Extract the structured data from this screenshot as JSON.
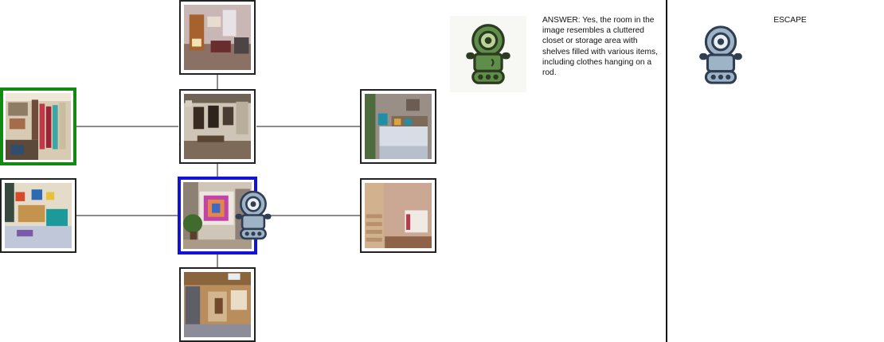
{
  "answer": {
    "text": "ANSWER: Yes, the room in the image resembles a cluttered closet or storage area with shelves filled with various items, including clothes hanging on a rod."
  },
  "escape": {
    "label": "ESCAPE"
  },
  "rooms": [
    {
      "id": "top",
      "description": "living room with wood door and red couch"
    },
    {
      "id": "center",
      "description": "gallery room with artwork on walls"
    },
    {
      "id": "left-upper",
      "description": "cluttered closet with hanging clothes",
      "selected": "green"
    },
    {
      "id": "right-upper",
      "description": "bedroom with striped bed"
    },
    {
      "id": "left-lower",
      "description": "playroom with colorful furniture"
    },
    {
      "id": "current",
      "description": "hallway with abstract art and plant",
      "selected": "blue"
    },
    {
      "id": "right-lower",
      "description": "room with staircase"
    },
    {
      "id": "bottom",
      "description": "wood-paneled cabin room"
    }
  ],
  "icons": {
    "answer_agent": "robot-icon-green",
    "current_agent": "robot-icon-blue",
    "escape_agent": "robot-icon-blue"
  },
  "colors": {
    "selected_green": "#128a12",
    "current_blue": "#1212d8",
    "robot_green": "#5f8e4a",
    "robot_blue": "#9fb3c6"
  }
}
